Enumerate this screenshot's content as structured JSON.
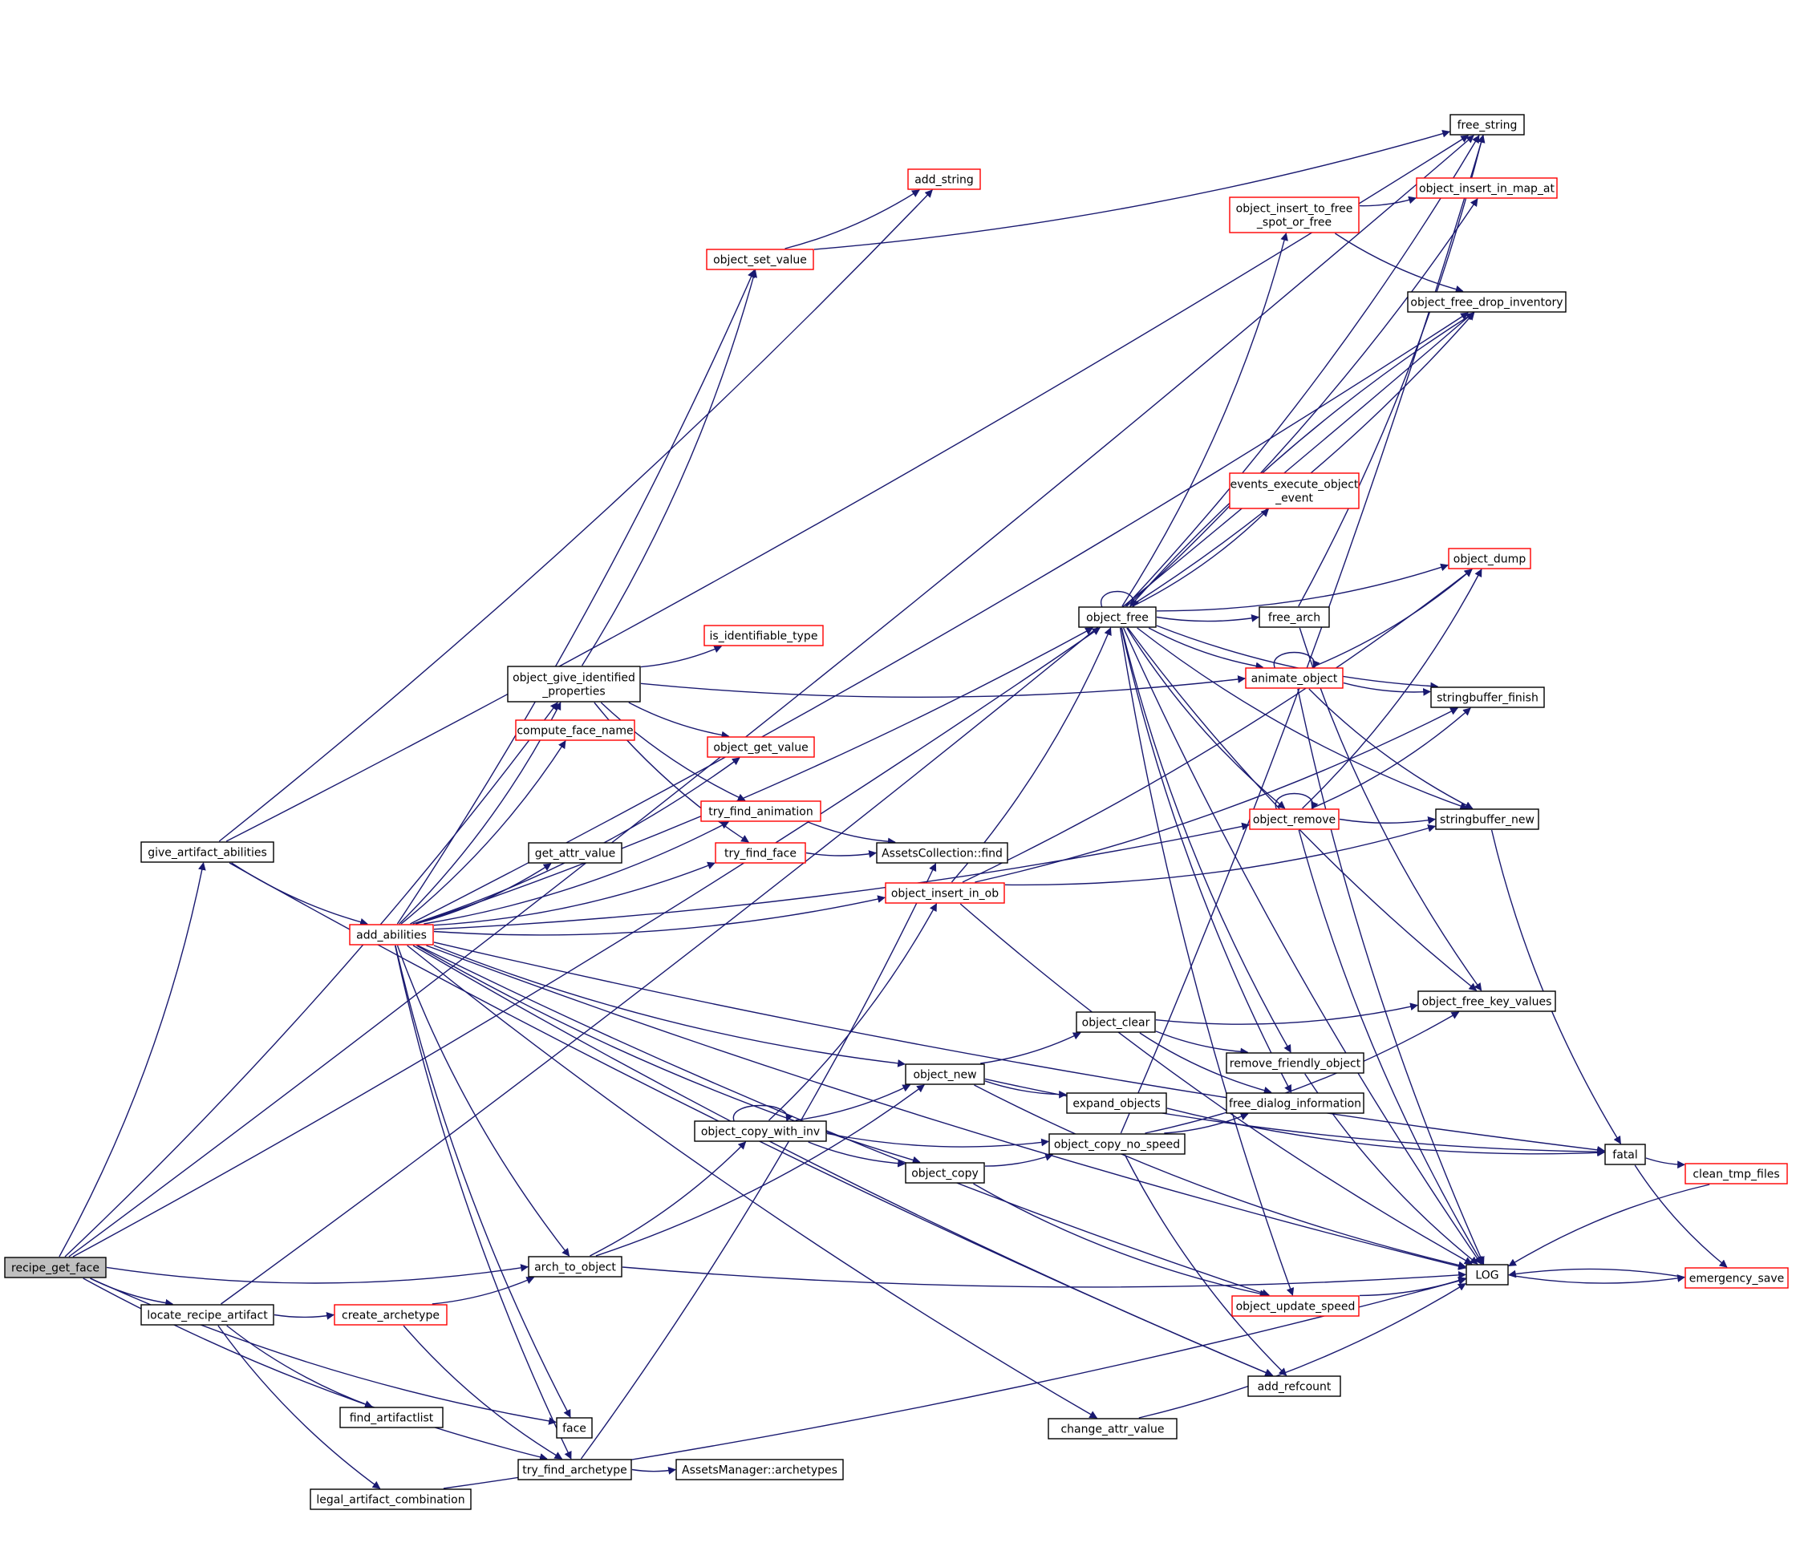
{
  "colors": {
    "edge": "#191970",
    "node_border_default": "#000000",
    "node_border_undocumented": "#ff0000",
    "root_fill": "#bfbfbf",
    "background": "#ffffff"
  },
  "nodes": [
    {
      "id": "recipe_get_face",
      "label": "recipe_get_face",
      "color": "black",
      "root": true
    },
    {
      "id": "give_artifact_abilities",
      "label": "give_artifact_abilities",
      "color": "black"
    },
    {
      "id": "locate_recipe_artifact",
      "label": "locate_recipe_artifact",
      "color": "black"
    },
    {
      "id": "add_abilities",
      "label": "add_abilities",
      "color": "red"
    },
    {
      "id": "object_give_identified_properties",
      "label": "object_give_identified\n_properties",
      "color": "black"
    },
    {
      "id": "compute_face_name",
      "label": "compute_face_name",
      "color": "red"
    },
    {
      "id": "get_attr_value",
      "label": "get_attr_value",
      "color": "black"
    },
    {
      "id": "arch_to_object",
      "label": "arch_to_object",
      "color": "black"
    },
    {
      "id": "create_archetype",
      "label": "create_archetype",
      "color": "red"
    },
    {
      "id": "find_artifactlist",
      "label": "find_artifactlist",
      "color": "black"
    },
    {
      "id": "face",
      "label": "face",
      "color": "black"
    },
    {
      "id": "try_find_archetype",
      "label": "try_find_archetype",
      "color": "black"
    },
    {
      "id": "legal_artifact_combination",
      "label": "legal_artifact_combination",
      "color": "black"
    },
    {
      "id": "AssetsManager_archetypes",
      "label": "AssetsManager::archetypes",
      "color": "black"
    },
    {
      "id": "add_string",
      "label": "add_string",
      "color": "red"
    },
    {
      "id": "object_set_value",
      "label": "object_set_value",
      "color": "red"
    },
    {
      "id": "is_identifiable_type",
      "label": "is_identifiable_type",
      "color": "red"
    },
    {
      "id": "object_get_value",
      "label": "object_get_value",
      "color": "red"
    },
    {
      "id": "try_find_animation",
      "label": "try_find_animation",
      "color": "red"
    },
    {
      "id": "try_find_face",
      "label": "try_find_face",
      "color": "red"
    },
    {
      "id": "AssetsCollection_find",
      "label": "AssetsCollection::find",
      "color": "black"
    },
    {
      "id": "object_insert_in_ob",
      "label": "object_insert_in_ob",
      "color": "red"
    },
    {
      "id": "object_new",
      "label": "object_new",
      "color": "black"
    },
    {
      "id": "object_copy_with_inv",
      "label": "object_copy_with_inv",
      "color": "black"
    },
    {
      "id": "object_copy",
      "label": "object_copy",
      "color": "black"
    },
    {
      "id": "object_clear",
      "label": "object_clear",
      "color": "black"
    },
    {
      "id": "expand_objects",
      "label": "expand_objects",
      "color": "black"
    },
    {
      "id": "object_copy_no_speed",
      "label": "object_copy_no_speed",
      "color": "black"
    },
    {
      "id": "change_attr_value",
      "label": "change_attr_value",
      "color": "black"
    },
    {
      "id": "object_free",
      "label": "object_free",
      "color": "black"
    },
    {
      "id": "object_insert_to_free_spot_or_free",
      "label": "object_insert_to_free\n_spot_or_free",
      "color": "red"
    },
    {
      "id": "events_execute_object_event",
      "label": "events_execute_object\n_event",
      "color": "red"
    },
    {
      "id": "free_arch",
      "label": "free_arch",
      "color": "black"
    },
    {
      "id": "animate_object",
      "label": "animate_object",
      "color": "red"
    },
    {
      "id": "object_remove",
      "label": "object_remove",
      "color": "red"
    },
    {
      "id": "remove_friendly_object",
      "label": "remove_friendly_object",
      "color": "black"
    },
    {
      "id": "free_dialog_information",
      "label": "free_dialog_information",
      "color": "black"
    },
    {
      "id": "object_update_speed",
      "label": "object_update_speed",
      "color": "red"
    },
    {
      "id": "add_refcount",
      "label": "add_refcount",
      "color": "black"
    },
    {
      "id": "free_string",
      "label": "free_string",
      "color": "black"
    },
    {
      "id": "object_insert_in_map_at",
      "label": "object_insert_in_map_at",
      "color": "red"
    },
    {
      "id": "object_free_drop_inventory",
      "label": "object_free_drop_inventory",
      "color": "black"
    },
    {
      "id": "object_dump",
      "label": "object_dump",
      "color": "red"
    },
    {
      "id": "stringbuffer_finish",
      "label": "stringbuffer_finish",
      "color": "black"
    },
    {
      "id": "stringbuffer_new",
      "label": "stringbuffer_new",
      "color": "black"
    },
    {
      "id": "object_free_key_values",
      "label": "object_free_key_values",
      "color": "black"
    },
    {
      "id": "fatal",
      "label": "fatal",
      "color": "black"
    },
    {
      "id": "LOG",
      "label": "LOG",
      "color": "black"
    },
    {
      "id": "clean_tmp_files",
      "label": "clean_tmp_files",
      "color": "red"
    },
    {
      "id": "emergency_save",
      "label": "emergency_save",
      "color": "red"
    }
  ],
  "edges": [
    [
      "recipe_get_face",
      "give_artifact_abilities"
    ],
    [
      "recipe_get_face",
      "locate_recipe_artifact"
    ],
    [
      "recipe_get_face",
      "arch_to_object"
    ],
    [
      "recipe_get_face",
      "face"
    ],
    [
      "recipe_get_face",
      "try_find_archetype"
    ],
    [
      "recipe_get_face",
      "object_give_identified_properties"
    ],
    [
      "recipe_get_face",
      "object_free"
    ],
    [
      "recipe_get_face",
      "free_string"
    ],
    [
      "give_artifact_abilities",
      "add_abilities"
    ],
    [
      "give_artifact_abilities",
      "free_string"
    ],
    [
      "give_artifact_abilities",
      "add_string"
    ],
    [
      "give_artifact_abilities",
      "add_refcount"
    ],
    [
      "locate_recipe_artifact",
      "create_archetype"
    ],
    [
      "locate_recipe_artifact",
      "find_artifactlist"
    ],
    [
      "locate_recipe_artifact",
      "legal_artifact_combination"
    ],
    [
      "locate_recipe_artifact",
      "object_free_drop_inventory"
    ],
    [
      "add_abilities",
      "object_give_identified_properties"
    ],
    [
      "add_abilities",
      "compute_face_name"
    ],
    [
      "add_abilities",
      "get_attr_value"
    ],
    [
      "add_abilities",
      "object_get_value"
    ],
    [
      "add_abilities",
      "try_find_animation"
    ],
    [
      "add_abilities",
      "try_find_face"
    ],
    [
      "add_abilities",
      "object_insert_in_ob"
    ],
    [
      "add_abilities",
      "object_set_value"
    ],
    [
      "add_abilities",
      "object_free_drop_inventory"
    ],
    [
      "add_abilities",
      "object_free"
    ],
    [
      "add_abilities",
      "object_remove"
    ],
    [
      "add_abilities",
      "object_new"
    ],
    [
      "add_abilities",
      "object_copy"
    ],
    [
      "add_abilities",
      "arch_to_object"
    ],
    [
      "add_abilities",
      "face"
    ],
    [
      "add_abilities",
      "try_find_archetype"
    ],
    [
      "add_abilities",
      "change_attr_value"
    ],
    [
      "add_abilities",
      "add_refcount"
    ],
    [
      "add_abilities",
      "object_update_speed"
    ],
    [
      "add_abilities",
      "LOG"
    ],
    [
      "add_abilities",
      "fatal"
    ],
    [
      "object_give_identified_properties",
      "object_set_value"
    ],
    [
      "object_give_identified_properties",
      "is_identifiable_type"
    ],
    [
      "object_give_identified_properties",
      "animate_object"
    ],
    [
      "object_give_identified_properties",
      "object_get_value"
    ],
    [
      "object_give_identified_properties",
      "try_find_animation"
    ],
    [
      "object_give_identified_properties",
      "try_find_face"
    ],
    [
      "object_set_value",
      "add_string"
    ],
    [
      "object_set_value",
      "free_string"
    ],
    [
      "try_find_animation",
      "AssetsCollection_find"
    ],
    [
      "try_find_face",
      "AssetsCollection_find"
    ],
    [
      "arch_to_object",
      "object_new"
    ],
    [
      "arch_to_object",
      "object_copy_with_inv"
    ],
    [
      "arch_to_object",
      "LOG"
    ],
    [
      "create_archetype",
      "arch_to_object"
    ],
    [
      "create_archetype",
      "try_find_archetype"
    ],
    [
      "try_find_archetype",
      "AssetsManager_archetypes"
    ],
    [
      "try_find_archetype",
      "AssetsCollection_find"
    ],
    [
      "legal_artifact_combination",
      "LOG"
    ],
    [
      "object_copy_with_inv",
      "object_copy_with_inv"
    ],
    [
      "object_copy_with_inv",
      "object_new"
    ],
    [
      "object_copy_with_inv",
      "object_insert_in_ob"
    ],
    [
      "object_copy_with_inv",
      "object_copy"
    ],
    [
      "object_copy_with_inv",
      "object_copy_no_speed"
    ],
    [
      "object_copy",
      "object_copy_no_speed"
    ],
    [
      "object_copy",
      "object_update_speed"
    ],
    [
      "object_new",
      "object_clear"
    ],
    [
      "object_new",
      "expand_objects"
    ],
    [
      "object_new",
      "LOG"
    ],
    [
      "object_new",
      "fatal"
    ],
    [
      "object_clear",
      "object_free_key_values"
    ],
    [
      "object_clear",
      "remove_friendly_object"
    ],
    [
      "object_clear",
      "free_dialog_information"
    ],
    [
      "expand_objects",
      "fatal"
    ],
    [
      "object_copy_no_speed",
      "free_dialog_information"
    ],
    [
      "object_copy_no_speed",
      "object_free_key_values"
    ],
    [
      "object_copy_no_speed",
      "add_refcount"
    ],
    [
      "object_copy_no_speed",
      "free_string"
    ],
    [
      "object_insert_in_ob",
      "object_free"
    ],
    [
      "object_insert_in_ob",
      "stringbuffer_finish"
    ],
    [
      "object_insert_in_ob",
      "stringbuffer_new"
    ],
    [
      "object_insert_in_ob",
      "object_dump"
    ],
    [
      "object_insert_in_ob",
      "LOG"
    ],
    [
      "object_free",
      "object_free"
    ],
    [
      "object_free",
      "object_insert_to_free_spot_or_free"
    ],
    [
      "object_free",
      "events_execute_object_event"
    ],
    [
      "object_free",
      "free_arch"
    ],
    [
      "object_free",
      "animate_object"
    ],
    [
      "object_free",
      "object_remove"
    ],
    [
      "object_free",
      "object_free_drop_inventory"
    ],
    [
      "object_free",
      "object_insert_in_map_at"
    ],
    [
      "object_free",
      "object_dump"
    ],
    [
      "object_free",
      "stringbuffer_finish"
    ],
    [
      "object_free",
      "stringbuffer_new"
    ],
    [
      "object_free",
      "object_free_key_values"
    ],
    [
      "object_free",
      "remove_friendly_object"
    ],
    [
      "object_free",
      "free_dialog_information"
    ],
    [
      "object_free",
      "object_update_speed"
    ],
    [
      "object_free",
      "LOG"
    ],
    [
      "object_free",
      "free_string"
    ],
    [
      "object_insert_to_free_spot_or_free",
      "object_insert_in_map_at"
    ],
    [
      "object_insert_to_free_spot_or_free",
      "object_free_drop_inventory"
    ],
    [
      "object_free_drop_inventory",
      "object_free"
    ],
    [
      "free_arch",
      "free_string"
    ],
    [
      "free_arch",
      "object_free_key_values"
    ],
    [
      "animate_object",
      "animate_object"
    ],
    [
      "animate_object",
      "object_dump"
    ],
    [
      "animate_object",
      "stringbuffer_finish"
    ],
    [
      "animate_object",
      "stringbuffer_new"
    ],
    [
      "animate_object",
      "LOG"
    ],
    [
      "object_remove",
      "object_remove"
    ],
    [
      "object_remove",
      "object_dump"
    ],
    [
      "object_remove",
      "stringbuffer_finish"
    ],
    [
      "object_remove",
      "stringbuffer_new"
    ],
    [
      "object_remove",
      "LOG"
    ],
    [
      "stringbuffer_new",
      "fatal"
    ],
    [
      "remove_friendly_object",
      "LOG"
    ],
    [
      "object_update_speed",
      "LOG"
    ],
    [
      "change_attr_value",
      "LOG"
    ],
    [
      "fatal",
      "clean_tmp_files"
    ],
    [
      "fatal",
      "emergency_save"
    ],
    [
      "clean_tmp_files",
      "LOG"
    ],
    [
      "emergency_save",
      "LOG"
    ],
    [
      "LOG",
      "emergency_save"
    ]
  ]
}
